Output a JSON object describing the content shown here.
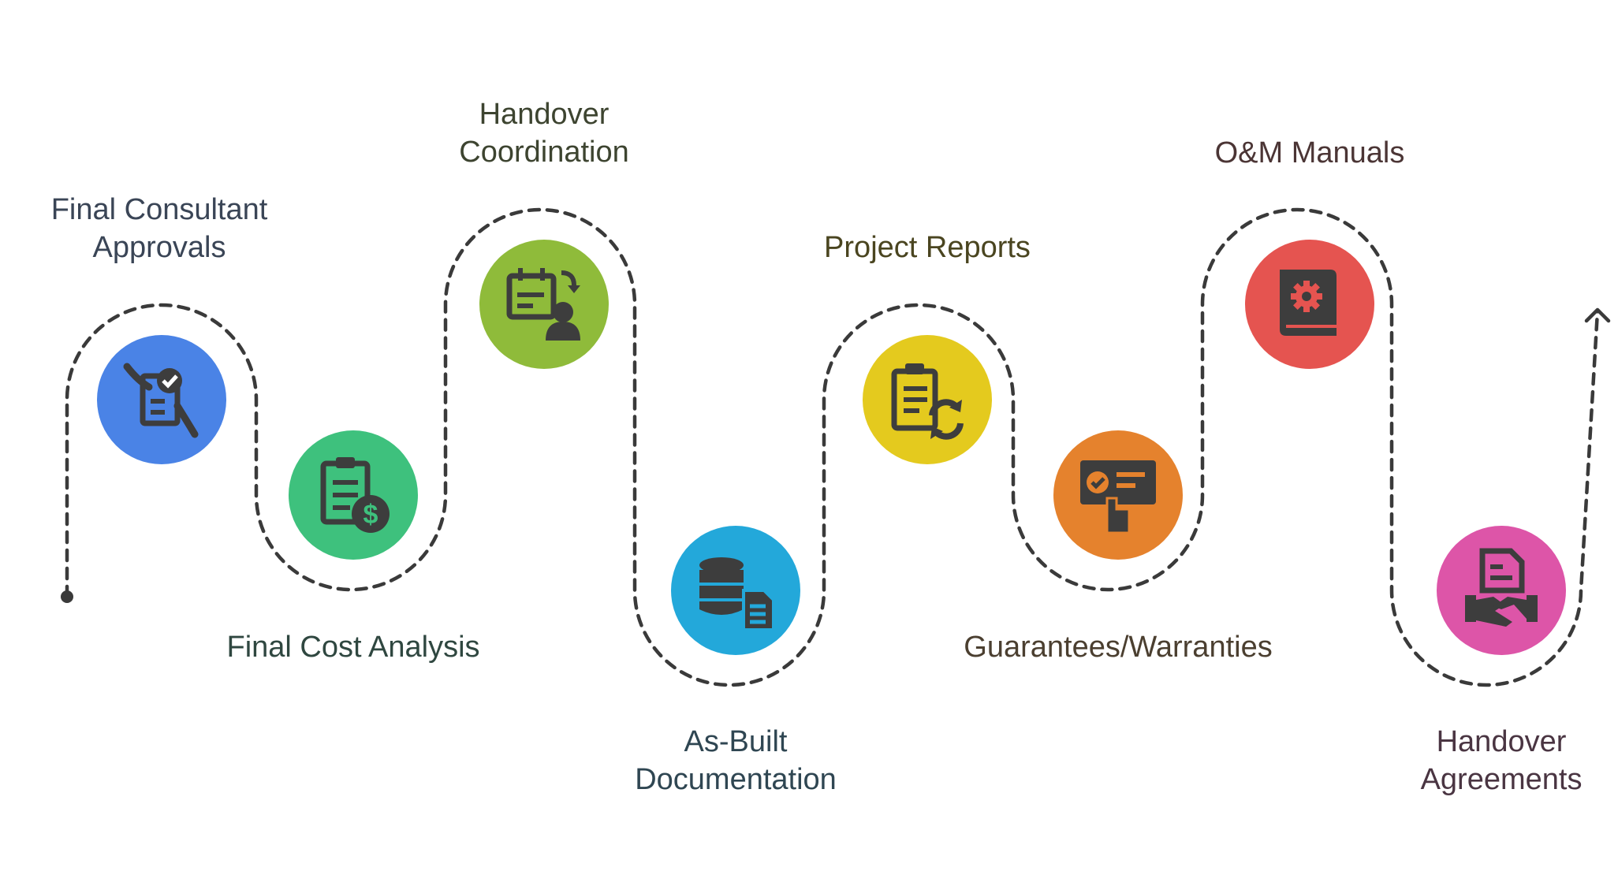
{
  "steps": [
    {
      "label": "Final Consultant\nApprovals",
      "color": "#4a83e6",
      "icon": "checklist-sign-icon",
      "text_color": "#3a4556"
    },
    {
      "label": "Final Cost Analysis",
      "color": "#3ec17d",
      "icon": "clipboard-dollar-icon",
      "text_color": "#2f4740"
    },
    {
      "label": "Handover\nCoordination",
      "color": "#8fbb3a",
      "icon": "calendar-person-icon",
      "text_color": "#3d4430"
    },
    {
      "label": "As-Built\nDocumentation",
      "color": "#23a8da",
      "icon": "database-document-icon",
      "text_color": "#2f4652"
    },
    {
      "label": "Project Reports",
      "color": "#e4ca1e",
      "icon": "clipboard-refresh-icon",
      "text_color": "#4a4520"
    },
    {
      "label": "Guarantees/Warranties",
      "color": "#e5822d",
      "icon": "approval-panel-icon",
      "text_color": "#4b3f30"
    },
    {
      "label": "O&M Manuals",
      "color": "#e55450",
      "icon": "manual-gear-icon",
      "text_color": "#4b3535"
    },
    {
      "label": "Handover Agreements",
      "color": "#dd55a8",
      "icon": "handshake-document-icon",
      "text_color": "#4a3542"
    }
  ],
  "path_color": "#3a3a3a",
  "icon_color": "#3d3d3d"
}
